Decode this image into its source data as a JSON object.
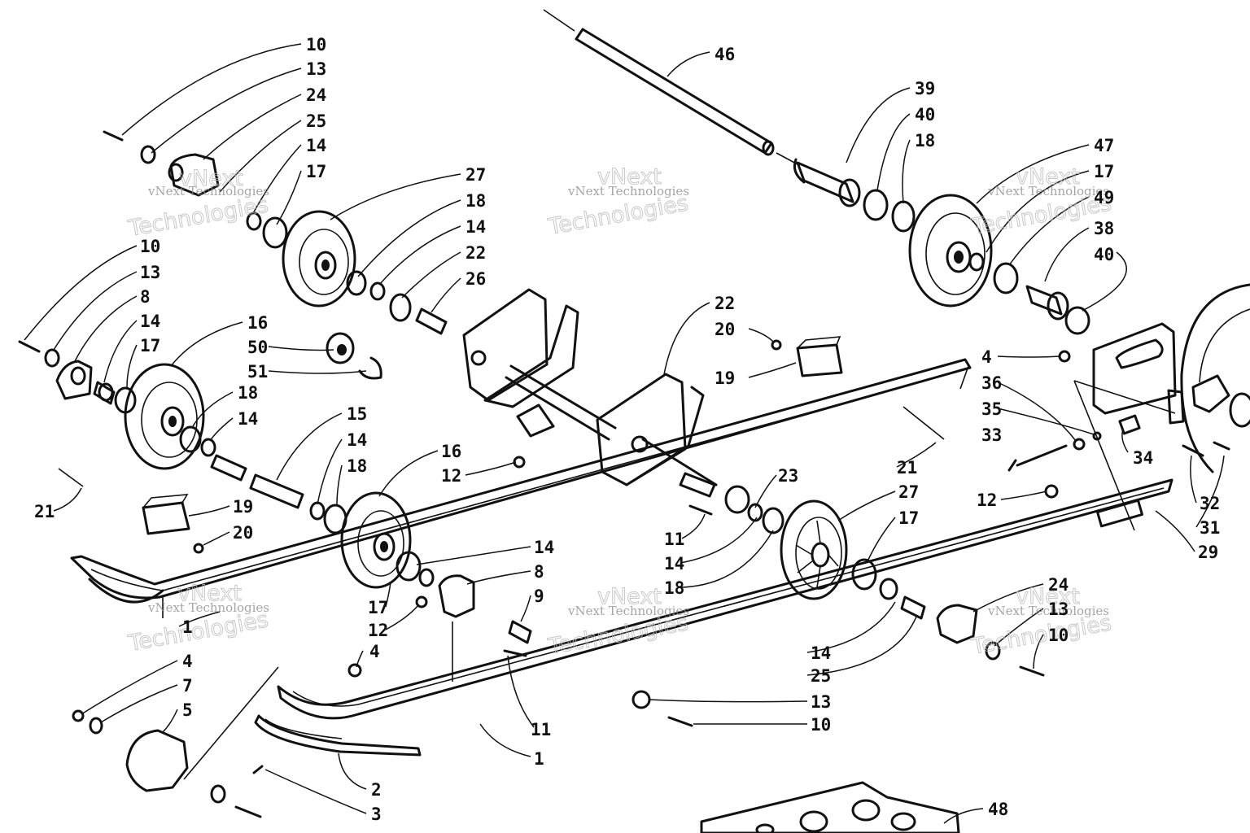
{
  "diagram": {
    "watermark_lines": [
      "vNext Technologies",
      "vNext",
      "Technologies"
    ],
    "callouts": [
      {
        "id": "c1",
        "label": "10"
      },
      {
        "id": "c2",
        "label": "13"
      },
      {
        "id": "c3",
        "label": "24"
      },
      {
        "id": "c4",
        "label": "25"
      },
      {
        "id": "c5",
        "label": "14"
      },
      {
        "id": "c6",
        "label": "17"
      },
      {
        "id": "c7",
        "label": "27"
      },
      {
        "id": "c8",
        "label": "18"
      },
      {
        "id": "c9",
        "label": "14"
      },
      {
        "id": "c10",
        "label": "22"
      },
      {
        "id": "c11",
        "label": "26"
      },
      {
        "id": "c12",
        "label": "46"
      },
      {
        "id": "c13",
        "label": "39"
      },
      {
        "id": "c14",
        "label": "40"
      },
      {
        "id": "c15",
        "label": "18"
      },
      {
        "id": "c16",
        "label": "47"
      },
      {
        "id": "c17",
        "label": "17"
      },
      {
        "id": "c18",
        "label": "49"
      },
      {
        "id": "c19",
        "label": "38"
      },
      {
        "id": "c20",
        "label": "40"
      },
      {
        "id": "c21",
        "label": "10"
      },
      {
        "id": "c22",
        "label": "13"
      },
      {
        "id": "c23",
        "label": "8"
      },
      {
        "id": "c24",
        "label": "14"
      },
      {
        "id": "c25",
        "label": "17"
      },
      {
        "id": "c26",
        "label": "16"
      },
      {
        "id": "c27",
        "label": "50"
      },
      {
        "id": "c28",
        "label": "51"
      },
      {
        "id": "c29",
        "label": "18"
      },
      {
        "id": "c30",
        "label": "14"
      },
      {
        "id": "c31",
        "label": "15"
      },
      {
        "id": "c32",
        "label": "14"
      },
      {
        "id": "c33",
        "label": "18"
      },
      {
        "id": "c34",
        "label": "22"
      },
      {
        "id": "c35",
        "label": "20"
      },
      {
        "id": "c36",
        "label": "19"
      },
      {
        "id": "c37",
        "label": "4"
      },
      {
        "id": "c38",
        "label": "36"
      },
      {
        "id": "c39",
        "label": "35"
      },
      {
        "id": "c40",
        "label": "33"
      },
      {
        "id": "c41",
        "label": "34"
      },
      {
        "id": "c42",
        "label": "21"
      },
      {
        "id": "c43",
        "label": "21"
      },
      {
        "id": "c44",
        "label": "19"
      },
      {
        "id": "c45",
        "label": "20"
      },
      {
        "id": "c46",
        "label": "16"
      },
      {
        "id": "c47",
        "label": "12"
      },
      {
        "id": "c48",
        "label": "23"
      },
      {
        "id": "c49",
        "label": "27"
      },
      {
        "id": "c50",
        "label": "17"
      },
      {
        "id": "c51",
        "label": "12"
      },
      {
        "id": "c52",
        "label": "32"
      },
      {
        "id": "c53",
        "label": "31"
      },
      {
        "id": "c54",
        "label": "29"
      },
      {
        "id": "c55",
        "label": "11"
      },
      {
        "id": "c56",
        "label": "14"
      },
      {
        "id": "c57",
        "label": "18"
      },
      {
        "id": "c58",
        "label": "14"
      },
      {
        "id": "c59",
        "label": "8"
      },
      {
        "id": "c60",
        "label": "9"
      },
      {
        "id": "c61",
        "label": "17"
      },
      {
        "id": "c62",
        "label": "12"
      },
      {
        "id": "c63",
        "label": "1"
      },
      {
        "id": "c64",
        "label": "4"
      },
      {
        "id": "c65",
        "label": "4"
      },
      {
        "id": "c66",
        "label": "7"
      },
      {
        "id": "c67",
        "label": "5"
      },
      {
        "id": "c68",
        "label": "24"
      },
      {
        "id": "c69",
        "label": "13"
      },
      {
        "id": "c70",
        "label": "10"
      },
      {
        "id": "c71",
        "label": "14"
      },
      {
        "id": "c72",
        "label": "25"
      },
      {
        "id": "c73",
        "label": "13"
      },
      {
        "id": "c74",
        "label": "10"
      },
      {
        "id": "c75",
        "label": "11"
      },
      {
        "id": "c76",
        "label": "1"
      },
      {
        "id": "c77",
        "label": "2"
      },
      {
        "id": "c78",
        "label": "3"
      },
      {
        "id": "c79",
        "label": "48"
      }
    ]
  }
}
